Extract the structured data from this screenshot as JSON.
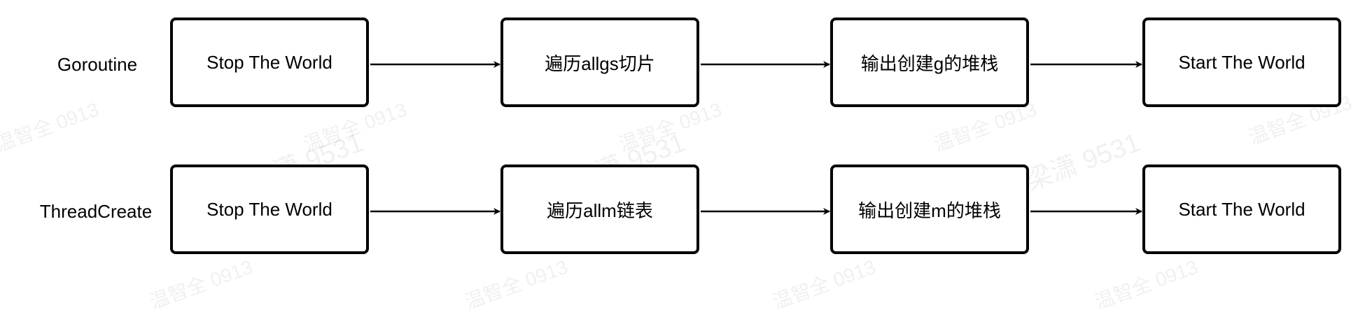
{
  "rows": [
    {
      "label": "Goroutine",
      "steps": [
        "Stop The World",
        "遍历allgs切片",
        "输出创建g的堆栈",
        "Start The World"
      ]
    },
    {
      "label": "ThreadCreate",
      "steps": [
        "Stop The World",
        "遍历allm链表",
        "输出创建m的堆栈",
        "Start The World"
      ]
    }
  ],
  "watermarks": [
    "温智全 0913",
    "梁潇 9531"
  ]
}
